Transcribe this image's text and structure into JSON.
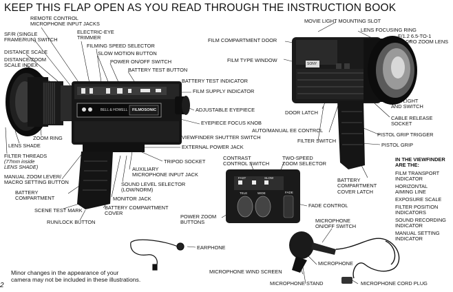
{
  "title": "KEEP THIS FLAP OPEN AS YOU READ THROUGH THE INSTRUCTION BOOK",
  "page_number": "2",
  "brand": {
    "maker": "BELL & HOWELL",
    "model": "FILMOSONIC",
    "side_badge": "SONY"
  },
  "labels_left": {
    "remote_control": "REMOTE CONTROL\nMICROPHONE INPUT JACKS",
    "electric_eye": "ELECTRIC-EYE\nTRIMMER",
    "sf_r": "SF/R (SINGLE\nFRAME/RUN) SWITCH",
    "filming_speed": "FILMING SPEED SELECTOR",
    "slow_motion": "SLOW MOTION BUTTON",
    "distance_scale": "DISTANCE SCALE",
    "power_on_off": "POWER ON/OFF SWITCH",
    "distance_zoom": "DISTANCE/ZOOM\nSCALE INDEX",
    "battery_test_button": "BATTERY TEST BUTTON",
    "battery_test_indicator": "BATTERY TEST INDICATOR",
    "film_supply": "FILM SUPPLY INDICATOR",
    "adjustable_eyepiece": "ADJUSTABLE EYEPIECE",
    "eyepiece_focus": "EYEPIECE FOCUS KNOB",
    "viewfinder_shutter": "VIEWFINDER SHUTTER SWITCH",
    "external_power": "EXTERNAL POWER JACK",
    "zoom_ring": "ZOOM RING",
    "lens_shade": "LENS SHADE",
    "filter_threads": "FILTER THREADS",
    "filter_threads_sub": "(77mm inside\nLENS SHADE)",
    "tripod_socket": "TRIPOD SOCKET",
    "auxiliary_mic": "AUXILIARY\nMICROPHONE INPUT JACK",
    "manual_zoom": "MANUAL ZOOM LEVER/\nMACRO SETTING BUTTON",
    "sound_level": "SOUND LEVEL SELECTOR\n(LOW/NORM)",
    "battery_compartment": "BATTERY\nCOMPARTMENT",
    "monitor_jack": "MONITOR JACK",
    "scene_test": "SCENE TEST MARK",
    "battery_cover": "BATTERY COMPARTMENT\nCOVER",
    "run_lock": "RUN/LOCK BUTTON"
  },
  "labels_right": {
    "movie_light": "MOVIE LIGHT MOUNTING SLOT",
    "film_compartment_door": "FILM COMPARTMENT DOOR",
    "lens_focusing": "LENS FOCUSING RING",
    "macro_zoom": "f/1.2 6.5-TO-1\nMACRO ZOOM LENS",
    "film_type_window": "FILM TYPE WINDOW",
    "cue_light": "CUE LIGHT\nAND SWITCH",
    "door_latch": "DOOR LATCH",
    "cable_release": "CABLE RELEASE\nSOCKET",
    "auto_manual": "AUTO/MANUAL EE CONTROL",
    "pistol_trigger": "PISTOL GRIP TRIGGER",
    "filter_switch": "FILTER SWITCH",
    "pistol_grip": "PISTOL GRIP",
    "contrast_control": "CONTRAST\nCONTROL SWITCH",
    "two_speed": "TWO-SPEED\nZOOM SELECTOR",
    "battery_cover_latch": "BATTERY\nCOMPARTMENT\nCOVER LATCH",
    "fade_control": "FADE CONTROL",
    "power_zoom": "POWER ZOOM\nBUTTONS"
  },
  "panel_text": {
    "fast": "FAST",
    "slow": "SLOW",
    "fade": "FADE",
    "tele": "TELE",
    "wide": "WIDE"
  },
  "viewfinder": {
    "heading": "IN THE VIEWFINDER\nARE THE:",
    "items": [
      "FILM TRANSPORT\nINDICATOR",
      "HORIZONTAL\nAIMING LINE",
      "EXPOSURE SCALE",
      "FILTER POSITION\nINDICATORS",
      "SOUND RECORDING\nINDICATOR",
      "MANUAL SETTING\nINDICATOR"
    ]
  },
  "labels_bottom": {
    "earphone": "EARPHONE",
    "mic_switch": "MICROPHONE\nON/OFF SWITCH",
    "microphone": "MICROPHONE",
    "wind_screen": "MICROPHONE WIND SCREEN",
    "mic_stand": "MICROPHONE STAND",
    "cord_plug": "MICROPHONE CORD PLUG"
  },
  "note": "Minor changes in the appearance of your\ncamera may not be included in these illustrations."
}
